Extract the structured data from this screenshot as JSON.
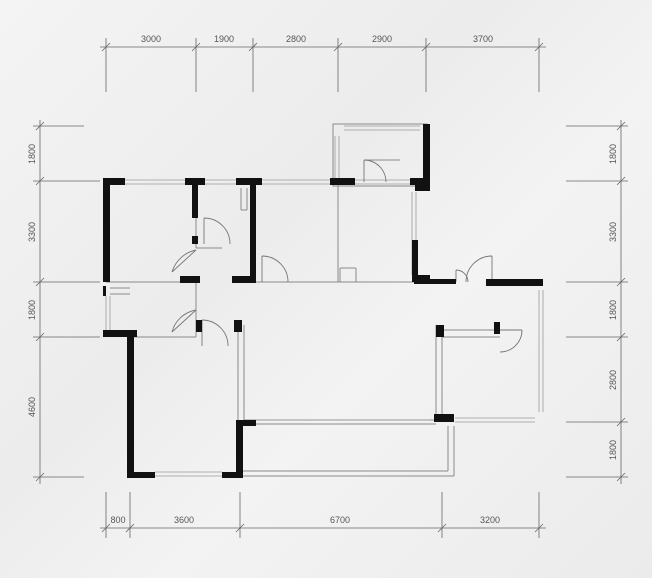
{
  "dimensions": {
    "top": [
      "3000",
      "1900",
      "2800",
      "2900",
      "3700"
    ],
    "bottom": [
      "800",
      "3600",
      "6700",
      "3200"
    ],
    "left": [
      "1800",
      "3300",
      "1800",
      "4600"
    ],
    "right": [
      "1800",
      "3300",
      "1800",
      "2800",
      "1800"
    ]
  }
}
